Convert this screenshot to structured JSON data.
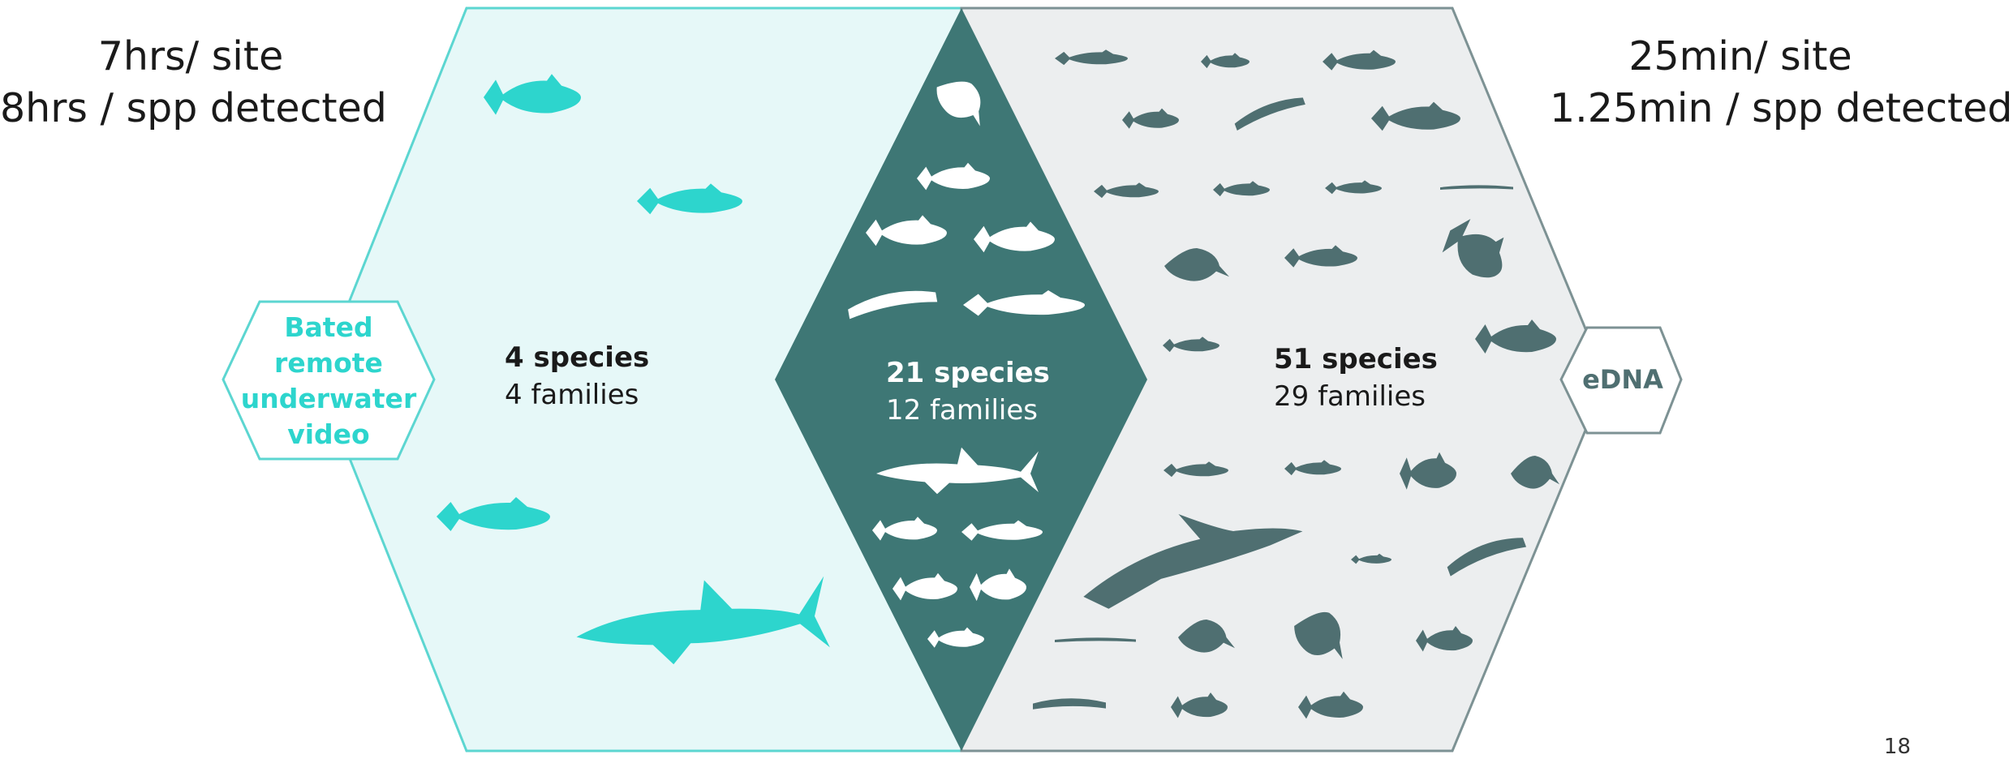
{
  "colors": {
    "brruv_fill": "#e6f8f8",
    "brruv_stroke": "#5cd6d1",
    "brruv_fish": "#2dd5cd",
    "edna_fill": "#eceeef",
    "edna_stroke": "#7d9294",
    "edna_fish": "#4f6f71",
    "overlap_fill": "#3e7775",
    "overlap_fish": "#ffffff",
    "text_dark": "#1a1a1a"
  },
  "left_timing": {
    "line1": "7hrs/ site",
    "line2": "8hrs / spp detected"
  },
  "right_timing": {
    "line1": "25min/ site",
    "line2": "1.25min / spp detected"
  },
  "left_method": {
    "label_lines": [
      "Bated",
      "remote",
      "underwater",
      "video"
    ],
    "species": "4 species",
    "families": "4 families",
    "icons": [
      "sculpin-fish-icon",
      "blenny-fish-icon",
      "goby-fish-icon",
      "shark-icon"
    ]
  },
  "overlap": {
    "species": "21 species",
    "families": "12 families",
    "icons": [
      "stingray-icon",
      "fish-icon",
      "cod-fish-icon",
      "wrasse-fish-icon",
      "eel-icon",
      "dogfish-icon",
      "shark-icon",
      "goby-fish-icon",
      "fish-icon",
      "sculpin-fish-icon",
      "rockfish-icon",
      "fish-icon"
    ]
  },
  "right_method": {
    "label": "eDNA",
    "species": "51 species",
    "families": "29 families",
    "icons": [
      "fish-icon",
      "fish-icon",
      "fish-icon",
      "fish-icon",
      "eel-icon",
      "cod-fish-icon",
      "fish-icon",
      "fish-icon",
      "fish-icon",
      "pipefish-icon",
      "flatfish-icon",
      "fish-icon",
      "gurnard-icon",
      "fish-icon",
      "gurnard-icon",
      "fish-icon",
      "fish-icon",
      "lionfish-icon",
      "flatfish-icon",
      "dolphin-icon",
      "fish-icon",
      "eel-icon",
      "pipefish-icon",
      "flatfish-icon",
      "stingray-icon",
      "fish-icon",
      "eel-icon",
      "fish-icon",
      "fish-icon"
    ]
  },
  "page_number": "18"
}
